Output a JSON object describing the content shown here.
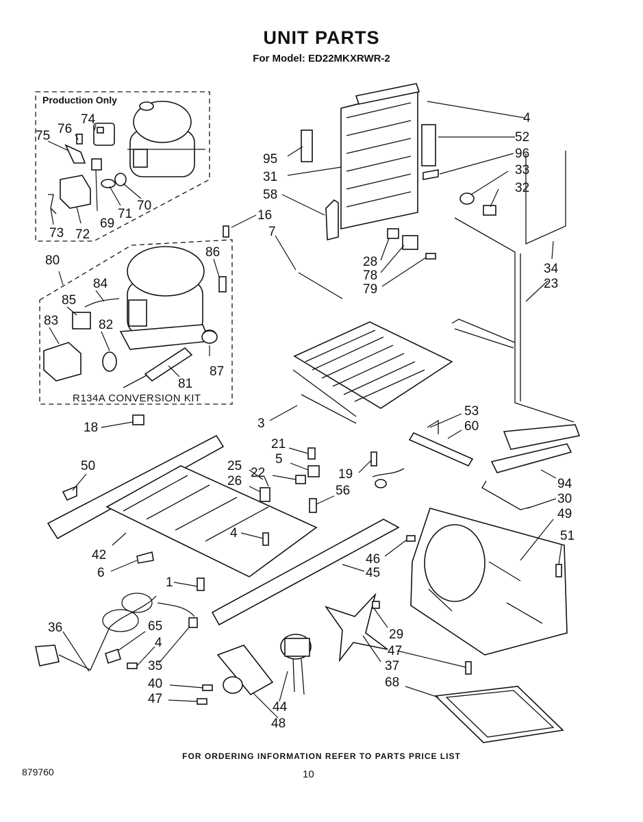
{
  "header": {
    "title": "UNIT PARTS",
    "subtitle": "For Model: ED22MKXRWR-2"
  },
  "boxes": {
    "production_only": "Production Only",
    "conversion_kit": "R134A  CONVERSION  KIT"
  },
  "callouts": {
    "c74": "74",
    "c76": "76",
    "c75": "75",
    "c69": "69",
    "c71": "71",
    "c70": "70",
    "c73": "73",
    "c72": "72",
    "c80": "80",
    "c84": "84",
    "c85": "85",
    "c83": "83",
    "c82": "82",
    "c86": "86",
    "c87": "87",
    "c81": "81",
    "c16": "16",
    "c4a": "4",
    "c52": "52",
    "c96": "96",
    "c33": "33",
    "c32": "32",
    "c95": "95",
    "c31": "31",
    "c58": "58",
    "c7": "7",
    "c28": "28",
    "c78": "78",
    "c79": "79",
    "c34": "34",
    "c23": "23",
    "c3": "3",
    "c18": "18",
    "c53": "53",
    "c60": "60",
    "c21": "21",
    "c5": "5",
    "c25": "25",
    "c22": "22",
    "c26": "26",
    "c19": "19",
    "c56": "56",
    "c50": "50",
    "c94": "94",
    "c30": "30",
    "c49": "49",
    "c51": "51",
    "c4b": "4",
    "c42": "42",
    "c6": "6",
    "c46": "46",
    "c45": "45",
    "c1": "1",
    "c36": "36",
    "c65": "65",
    "c4c": "4",
    "c35": "35",
    "c29": "29",
    "c47a": "47",
    "c37": "37",
    "c68": "68",
    "c40": "40",
    "c47b": "47",
    "c44": "44",
    "c48": "48"
  },
  "footer": {
    "note": "FOR ORDERING INFORMATION REFER TO PARTS PRICE LIST",
    "doc_number": "879760",
    "page_number": "10"
  }
}
